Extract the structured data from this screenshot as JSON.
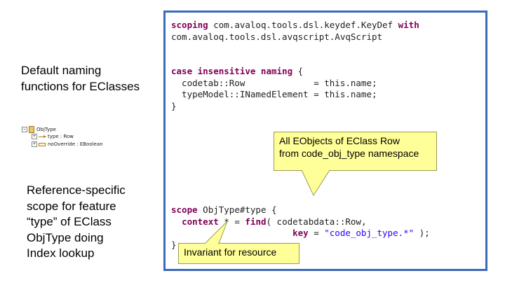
{
  "left": {
    "heading_default": [
      "Default naming",
      "functions for EClasses"
    ],
    "heading_ref": [
      "Reference-specific",
      "scope for feature",
      "“type” of EClass",
      "ObjType doing",
      "Index lookup"
    ]
  },
  "tree": {
    "root": {
      "label": "ObjType",
      "icon": "eclass-icon"
    },
    "children": [
      {
        "label": "type : Row",
        "icon": "reference-icon"
      },
      {
        "label": "noOverride : EBoolean",
        "icon": "attribute-icon"
      }
    ]
  },
  "code": {
    "lines": [
      [
        {
          "t": "scoping",
          "k": "kw"
        },
        {
          "t": " com.avaloq.tools.dsl.keydef.KeyDef "
        },
        {
          "t": "with",
          "k": "kw"
        }
      ],
      [
        {
          "t": "com.avaloq.tools.dsl.avqscript.AvqScript"
        }
      ],
      [],
      [],
      [
        {
          "t": "case insensitive naming",
          "k": "kw"
        },
        {
          "t": " {"
        }
      ],
      [
        {
          "t": "  codetab::Row             = this.name;"
        }
      ],
      [
        {
          "t": "  typeModel::INamedElement = this.name;"
        }
      ],
      [
        {
          "t": "}"
        }
      ],
      [],
      [],
      [],
      [],
      [],
      [],
      [],
      [],
      [
        {
          "t": "scope",
          "k": "kw"
        },
        {
          "t": " ObjType#type {"
        }
      ],
      [
        {
          "t": "  "
        },
        {
          "t": "context",
          "k": "kw"
        },
        {
          "t": " * = "
        },
        {
          "t": "find",
          "k": "kw"
        },
        {
          "t": "( codetabdata::Row,"
        }
      ],
      [
        {
          "t": "                       "
        },
        {
          "t": "key",
          "k": "kw"
        },
        {
          "t": " = "
        },
        {
          "t": "\"code_obj_type.*\"",
          "k": "str"
        },
        {
          "t": " );"
        }
      ],
      [
        {
          "t": "}"
        }
      ]
    ]
  },
  "callouts": {
    "row": [
      "All EObjects of EClass Row",
      "from code_obj_type namespace"
    ],
    "invariant": "Invariant for resource"
  },
  "colors": {
    "panel_border": "#3a6bb6",
    "callout_bg": "#ffff99",
    "keyword": "#7f0055",
    "string": "#2a00ff"
  }
}
